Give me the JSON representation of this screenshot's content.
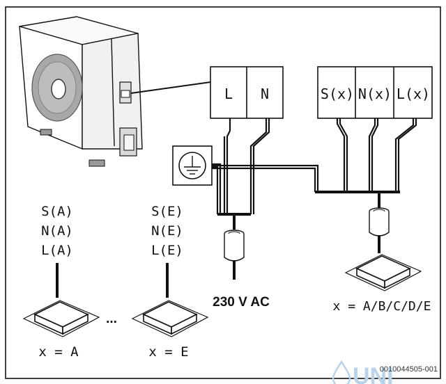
{
  "main_terminals": {
    "l": "L",
    "n": "N"
  },
  "indoor_terminals": {
    "s": "S(x)",
    "n": "N(x)",
    "l": "L(x)"
  },
  "indoor_a": {
    "s": "S(A)",
    "n": "N(A)",
    "l": "L(A)",
    "assignment": "x = A"
  },
  "indoor_e": {
    "s": "S(E)",
    "n": "N(E)",
    "l": "L(E)",
    "assignment": "x = E"
  },
  "ellipsis": "...",
  "power_supply": "230 V AC",
  "indoor_combined": {
    "assignment": "x = A/B/C/D/E"
  },
  "figure_code": "0010044505-001",
  "watermark": "UNI"
}
